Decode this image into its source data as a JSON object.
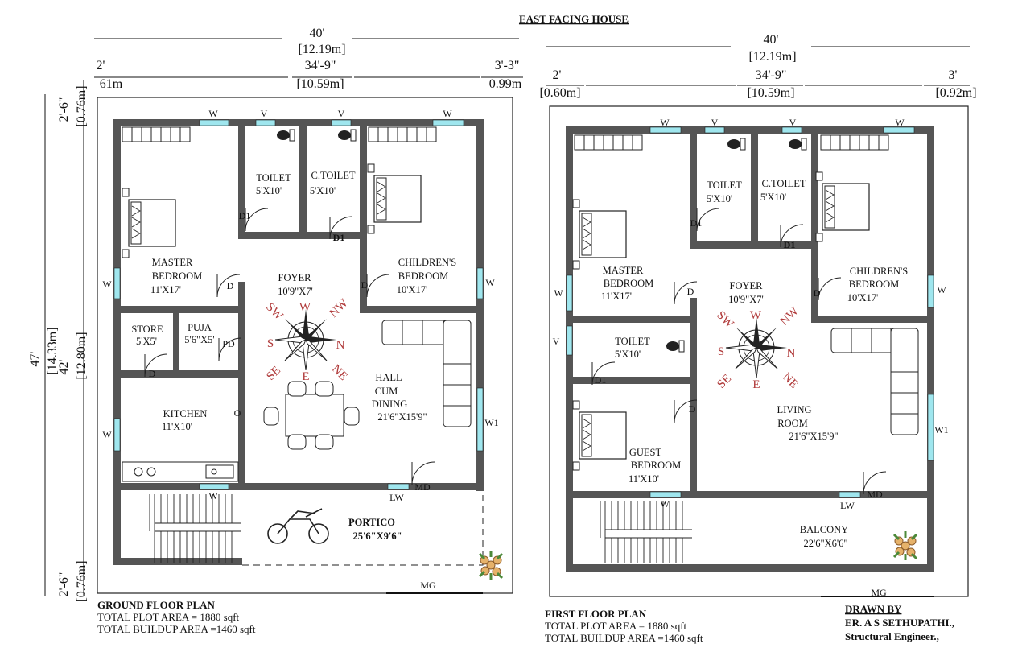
{
  "title": "EAST FACING HOUSE",
  "ground": {
    "dims": {
      "top_total": "40'",
      "top_total_m": "[12.19m]",
      "seg_left": "2'",
      "seg_left_m": "61m",
      "seg_mid": "34'-9\"",
      "seg_mid_m": "[10.59m]",
      "seg_right": "3'-3\"",
      "seg_right_m": "0.99m",
      "side_total": "47'",
      "side_total_m": "[14.33m]",
      "side_top": "2'-6\"",
      "side_top_m": "[0.76m]",
      "side_mid": "42'",
      "side_mid_m": "[12.80m]",
      "side_bot": "2'-6\"",
      "side_bot_m": "[0.76m]"
    },
    "rooms": {
      "master": "MASTER",
      "master2": "BEDROOM",
      "master_size": "11'X17'",
      "toilet": "TOILET",
      "toilet_size": "5'X10'",
      "ctoilet": "C.TOILET",
      "ctoilet_size": "5'X10'",
      "children": "CHILDREN'S",
      "children2": "BEDROOM",
      "children_size": "10'X17'",
      "foyer": "FOYER",
      "foyer_size": "10'9\"X7'",
      "store": "STORE",
      "store_size": "5'X5'",
      "puja": "PUJA",
      "puja_size": "5'6\"X5'",
      "kitchen": "KITCHEN",
      "kitchen_size": "11'X10'",
      "hall": "HALL",
      "hall2": "CUM",
      "hall3": "DINING",
      "hall_size": "21'6\"X15'9\"",
      "portico": "PORTICO",
      "portico_size": "25'6\"X9'6\""
    },
    "marks": {
      "w": "W",
      "v": "V",
      "d": "D",
      "d1": "D1",
      "pd": "PD",
      "o": "O",
      "w1": "W1",
      "lw": "LW",
      "md": "MD",
      "mg": "MG"
    },
    "footer": {
      "title": "GROUND FLOOR PLAN",
      "plot": "TOTAL PLOT AREA = 1880 sqft",
      "buildup": "TOTAL BUILDUP AREA =1460 sqft"
    }
  },
  "first": {
    "dims": {
      "top_total": "40'",
      "top_total_m": "[12.19m]",
      "seg_left": "2'",
      "seg_left_m": "[0.60m]",
      "seg_mid": "34'-9\"",
      "seg_mid_m": "[10.59m]",
      "seg_right": "3'",
      "seg_right_m": "[0.92m]"
    },
    "rooms": {
      "master": "MASTER",
      "master2": "BEDROOM",
      "master_size": "11'X17'",
      "toilet": "TOILET",
      "toilet_size": "5'X10'",
      "ctoilet": "C.TOILET",
      "ctoilet_size": "5'X10'",
      "children": "CHILDREN'S",
      "children2": "BEDROOM",
      "children_size": "10'X17'",
      "foyer": "FOYER",
      "foyer_size": "10'9\"X7'",
      "toilet2": "TOILET",
      "toilet2_size": "5'X10'",
      "guest": "GUEST",
      "guest2": "BEDROOM",
      "guest_size": "11'X10'",
      "living": "LIVING",
      "living2": "ROOM",
      "living_size": "21'6\"X15'9\"",
      "balcony": "BALCONY",
      "balcony_size": "22'6\"X6'6\""
    },
    "marks": {
      "w": "W",
      "v": "V",
      "d": "D",
      "d1": "D1",
      "w1": "W1",
      "lw": "LW",
      "md": "MD",
      "mg": "MG"
    },
    "footer": {
      "title": "FIRST FLOOR PLAN",
      "plot": "TOTAL PLOT AREA = 1880 sqft",
      "buildup": "TOTAL BUILDUP AREA =1460 sqft"
    }
  },
  "credits": {
    "drawn_by": "DRAWN BY",
    "name": "ER. A S SETHUPATHI.,",
    "role": "Structural Engineer.,"
  },
  "compass": {
    "sw": "SW",
    "w": "W",
    "nw": "NW",
    "s": "S",
    "n": "N",
    "se": "SE",
    "e": "E",
    "ne": "NE"
  },
  "colors": {
    "wall": "#555555",
    "window": "#9fe6ee",
    "compass_text": "#b03a3a"
  }
}
